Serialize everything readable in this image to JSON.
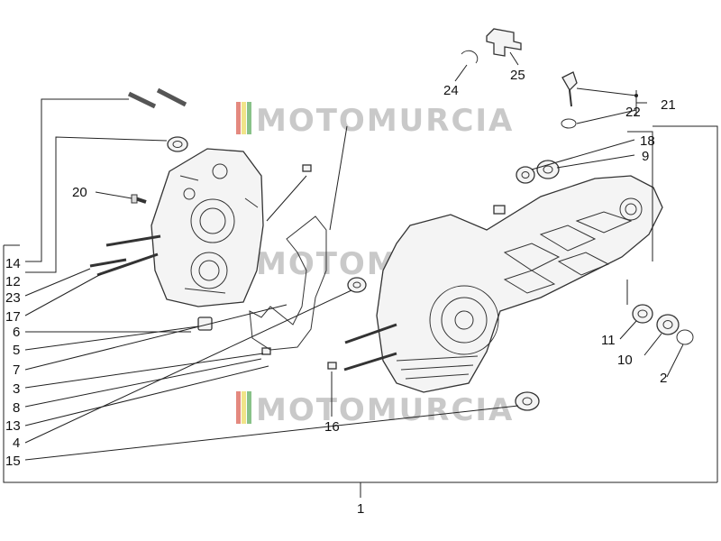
{
  "watermark": {
    "text": "MOTOMURCIA"
  },
  "callouts": {
    "c1": "1",
    "c2": "2",
    "c3": "3",
    "c4": "4",
    "c5": "5",
    "c6": "6",
    "c7": "7",
    "c8": "8",
    "c9": "9",
    "c10": "10",
    "c11": "11",
    "c12": "12",
    "c13": "13",
    "c14": "14",
    "c15": "15",
    "c16": "16",
    "c17": "17",
    "c18": "18",
    "c20": "20",
    "c21": "21",
    "c22": "22",
    "c23": "23",
    "c24": "24",
    "c25": "25"
  },
  "colors": {
    "line": "#222222",
    "watermark": "#c9c9c9",
    "flag_green": "#3a9a3a",
    "flag_yellow": "#e8d23a",
    "flag_red": "#d23a2a"
  }
}
